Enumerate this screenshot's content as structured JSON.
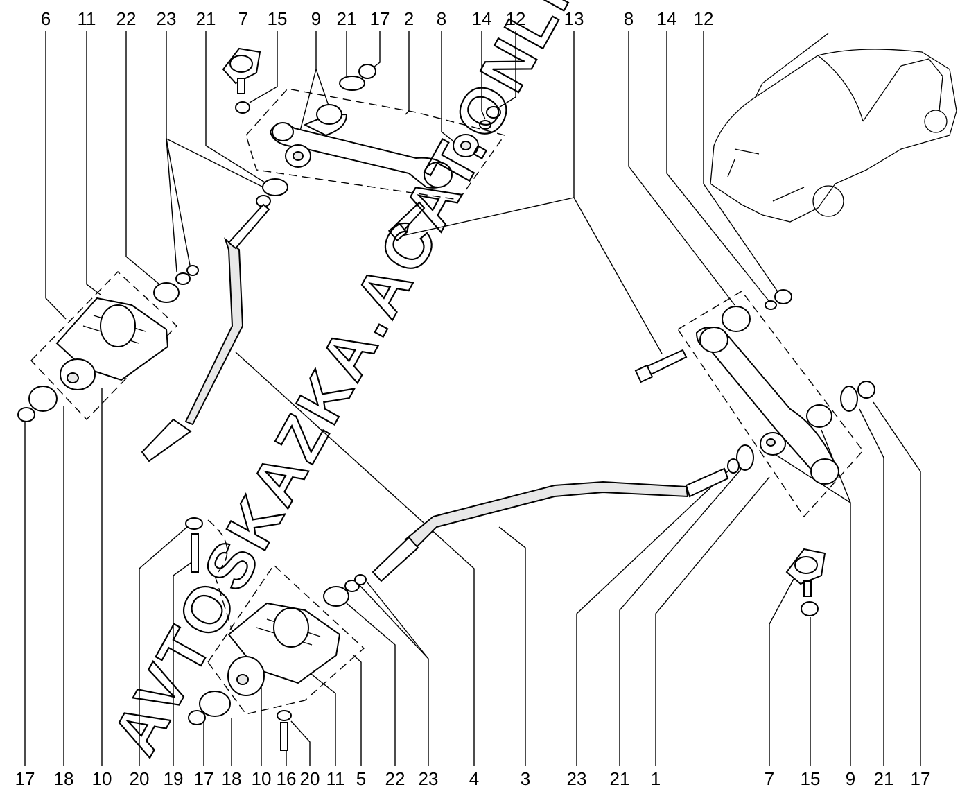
{
  "watermark": "AVTOSKAZKA.ACAT.ONLINE",
  "top_labels": [
    "6",
    "11",
    "22",
    "23",
    "21",
    "7",
    "15",
    "9",
    "21",
    "17",
    "2",
    "8",
    "14",
    "12",
    "13",
    "8",
    "14",
    "12"
  ],
  "bottom_labels": [
    "17",
    "18",
    "10",
    "20",
    "19",
    "17",
    "18",
    "10",
    "16",
    "20",
    "11",
    "5",
    "22",
    "23",
    "4",
    "3",
    "23",
    "21",
    "1",
    "7",
    "15",
    "9",
    "21",
    "17"
  ]
}
